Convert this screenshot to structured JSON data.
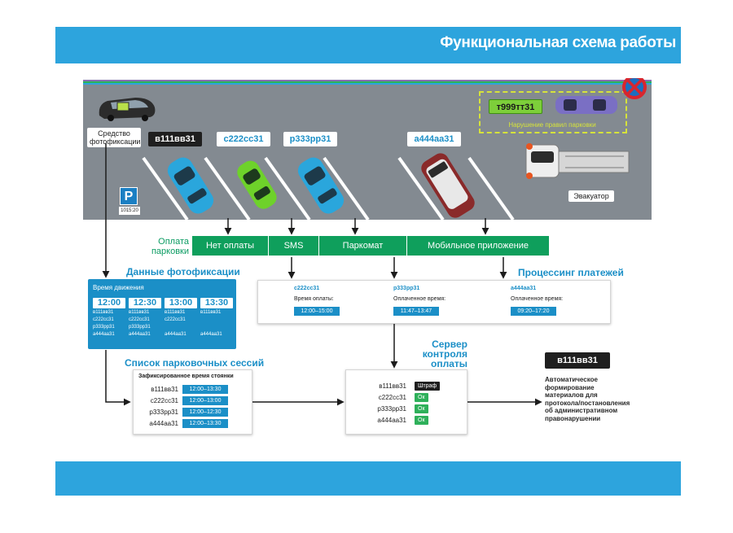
{
  "header": {
    "title": "Функциональная схема работы"
  },
  "lot": {
    "camera_caption_line1": "Средство",
    "camera_caption_line2": "фотофиксации",
    "parking_sign": "P",
    "sign_plate": "1015:20",
    "no_stopping_icon": "no-stopping-sign-icon",
    "cars": [
      {
        "plate": "в111вв31",
        "style": "dark",
        "color": "#2aa6dc"
      },
      {
        "plate": "с222сс31",
        "style": "light",
        "color": "#6ed22a"
      },
      {
        "plate": "р333рр31",
        "style": "light",
        "color": "#2aa6dc"
      },
      {
        "plate": "а444аа31",
        "style": "light",
        "color": "#8a2a2a"
      }
    ],
    "violation_plate": "т999тт31",
    "violation_text": "Нарушение правил парковки",
    "tow_label": "Эвакуатор"
  },
  "payment": {
    "label_line1": "Оплата",
    "label_line2": "парковки",
    "options": [
      "Нет оплаты",
      "SMS",
      "Паркомат",
      "Мобильное приложение"
    ]
  },
  "photo_data": {
    "title": "Данные фотофиксации",
    "subtitle": "Время движения",
    "columns": [
      {
        "time": "12:00",
        "plates": [
          "в111вв31",
          "с222сс31",
          "р333рр31",
          "а444аа31"
        ]
      },
      {
        "time": "12:30",
        "plates": [
          "в111вв31",
          "с222сс31",
          "р333рр31",
          "а444аа31"
        ]
      },
      {
        "time": "13:00",
        "plates": [
          "в111вв31",
          "с222сс31",
          "",
          "а444аа31"
        ]
      },
      {
        "time": "13:30",
        "plates": [
          "в111вв31",
          "",
          "",
          "а444аа31"
        ]
      }
    ]
  },
  "processing": {
    "title": "Процессинг платежей",
    "entries": [
      {
        "plate": "с222сс31",
        "label": "Время оплаты:",
        "time": "12:00–15:00"
      },
      {
        "plate": "р333рр31",
        "label": "Оплаченное время:",
        "time": "11:47–13:47"
      },
      {
        "plate": "а444аа31",
        "label": "Оплаченное время:",
        "time": "09:20–17:20"
      }
    ]
  },
  "sessions": {
    "title": "Список парковочных сессий",
    "subtitle": "Зафиксированное время стоянки",
    "rows": [
      {
        "plate": "в111вв31",
        "time": "12:00–13:30"
      },
      {
        "plate": "с222сс31",
        "time": "12:00–13:00"
      },
      {
        "plate": "р333рр31",
        "time": "12:00–12:30"
      },
      {
        "plate": "а444аа31",
        "time": "12:00–13:30"
      }
    ]
  },
  "server": {
    "title_line1": "Сервер",
    "title_line2": "контроля",
    "title_line3": "оплаты",
    "rows": [
      {
        "plate": "в111вв31",
        "status": "Штраф",
        "variant": "dark"
      },
      {
        "plate": "с222сс31",
        "status": "Ок",
        "variant": "green"
      },
      {
        "plate": "р333рр31",
        "status": "Ок",
        "variant": "green"
      },
      {
        "plate": "а444аа31",
        "status": "Ок",
        "variant": "green"
      }
    ]
  },
  "result": {
    "plate": "в111вв31",
    "lines": [
      "Автоматическое",
      "формирование",
      "материалов для",
      "протокола/постановления",
      "об административном",
      "правонарушении"
    ]
  },
  "colors": {
    "blue": "#2da4dd",
    "green": "#0f9f5c",
    "violation": "#d6e33a"
  }
}
